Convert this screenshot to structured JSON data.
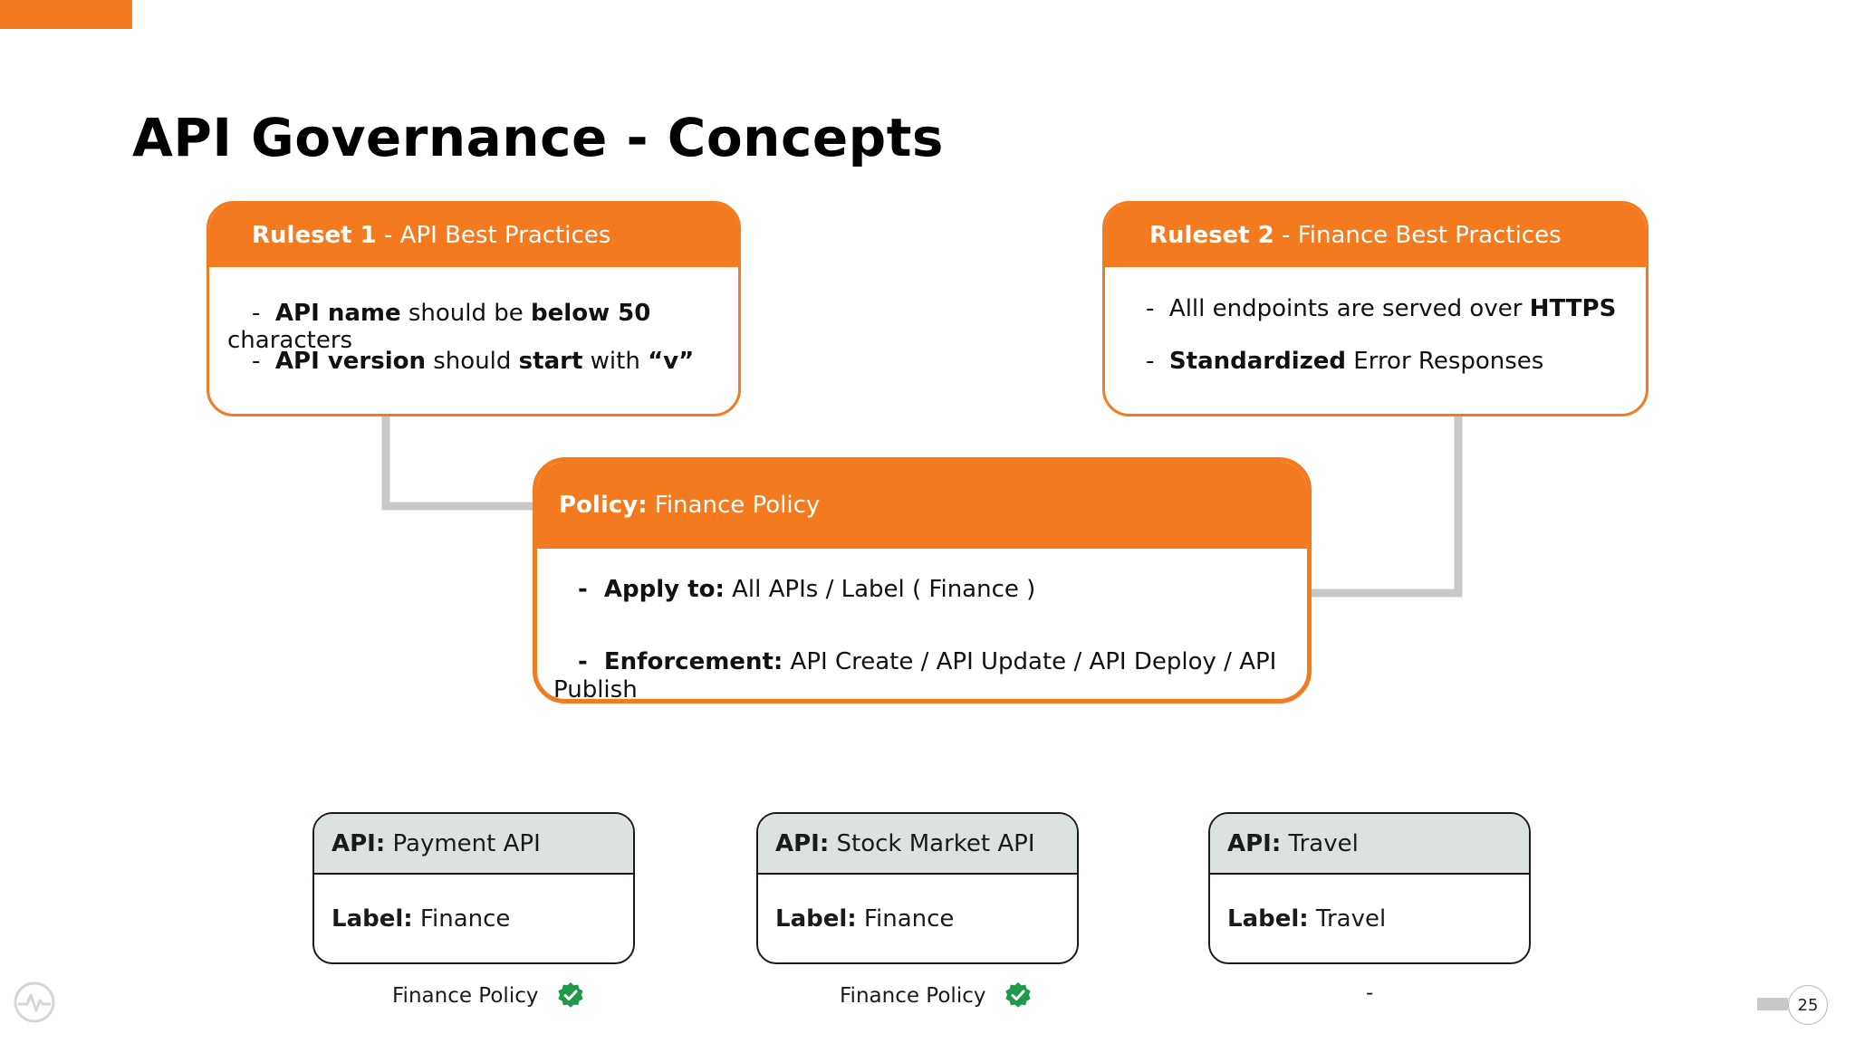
{
  "title": "API Governance - Concepts",
  "ruleset1": {
    "head_bold": "Ruleset 1",
    "head_rest": " - API Best Practices",
    "rule1": {
      "dash": "-  ",
      "b1": "API name",
      "t1": " should be ",
      "b2": "below 50",
      "wrap": "characters"
    },
    "rule2": {
      "dash": "-  ",
      "b1": "API version",
      "t1": " should ",
      "b2": "start",
      "t2": " with ",
      "b3": "“v”"
    }
  },
  "ruleset2": {
    "head_bold": "Ruleset 2",
    "head_rest": " - Finance Best Practices",
    "rule1": {
      "dash": "-  ",
      "t1": "Alll endpoints are served over ",
      "b1": "HTTPS"
    },
    "rule2": {
      "dash": "-  ",
      "b1": "Standardized",
      "t1": " Error Responses"
    }
  },
  "policy": {
    "head_bold": "Policy:",
    "head_rest": " Finance Policy",
    "apply": {
      "dash": "-  ",
      "label": "Apply to:",
      "value": " All APIs / Label ( Finance )"
    },
    "enforcement": {
      "dash": "-  ",
      "label": "Enforcement:",
      "value": " API Create / API Update / API Deploy / API",
      "wrap": "Publish"
    }
  },
  "apis": [
    {
      "api_label": "API:",
      "api_name": " Payment API",
      "label_label": "Label:",
      "label_value": " Finance",
      "policy": "Finance Policy",
      "compliant": true
    },
    {
      "api_label": "API:",
      "api_name": " Stock Market API",
      "label_label": "Label:",
      "label_value": " Finance",
      "policy": "Finance Policy",
      "compliant": true
    },
    {
      "api_label": "API:",
      "api_name": " Travel",
      "label_label": "Label:",
      "label_value": " Travel",
      "policy": "-",
      "compliant": false
    }
  ],
  "page_number": "25",
  "colors": {
    "accent": "#f47a1f",
    "api_header": "#dce3df",
    "check": "#1e9a49",
    "connector": "#c8c8c8"
  },
  "icons": [
    "check-badge-icon",
    "logo-icon"
  ]
}
